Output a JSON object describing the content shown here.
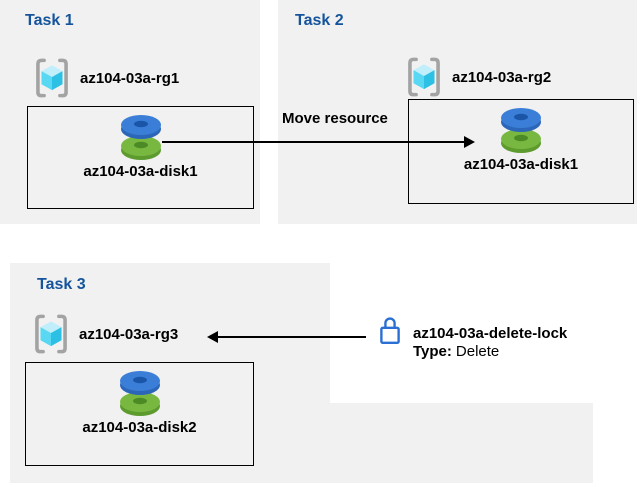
{
  "diagram": {
    "tasks": [
      {
        "title": "Task 1",
        "resource_group": "az104-03a-rg1",
        "resource": "az104-03a-disk1"
      },
      {
        "title": "Task 2",
        "resource_group": "az104-03a-rg2",
        "resource": "az104-03a-disk1"
      },
      {
        "title": "Task 3",
        "resource_group": "az104-03a-rg3",
        "resource": "az104-03a-disk2"
      }
    ],
    "move_arrow_label": "Move resource",
    "lock": {
      "name": "az104-03a-delete-lock",
      "type_key": "Type:",
      "type_value": "Delete"
    },
    "icons": {
      "resource_group": "resource-group-icon",
      "disk": "disk-icon",
      "lock": "lock-icon"
    },
    "colors": {
      "panel_bg": "#f1f1f1",
      "task_title_text": "#15549c",
      "disk_blue": "#3b7ed7",
      "disk_green": "#79b840",
      "resource_group_cyan": "#58d8f2",
      "lock_blue": "#2a6fd4",
      "arrow_black": "#000000"
    }
  }
}
